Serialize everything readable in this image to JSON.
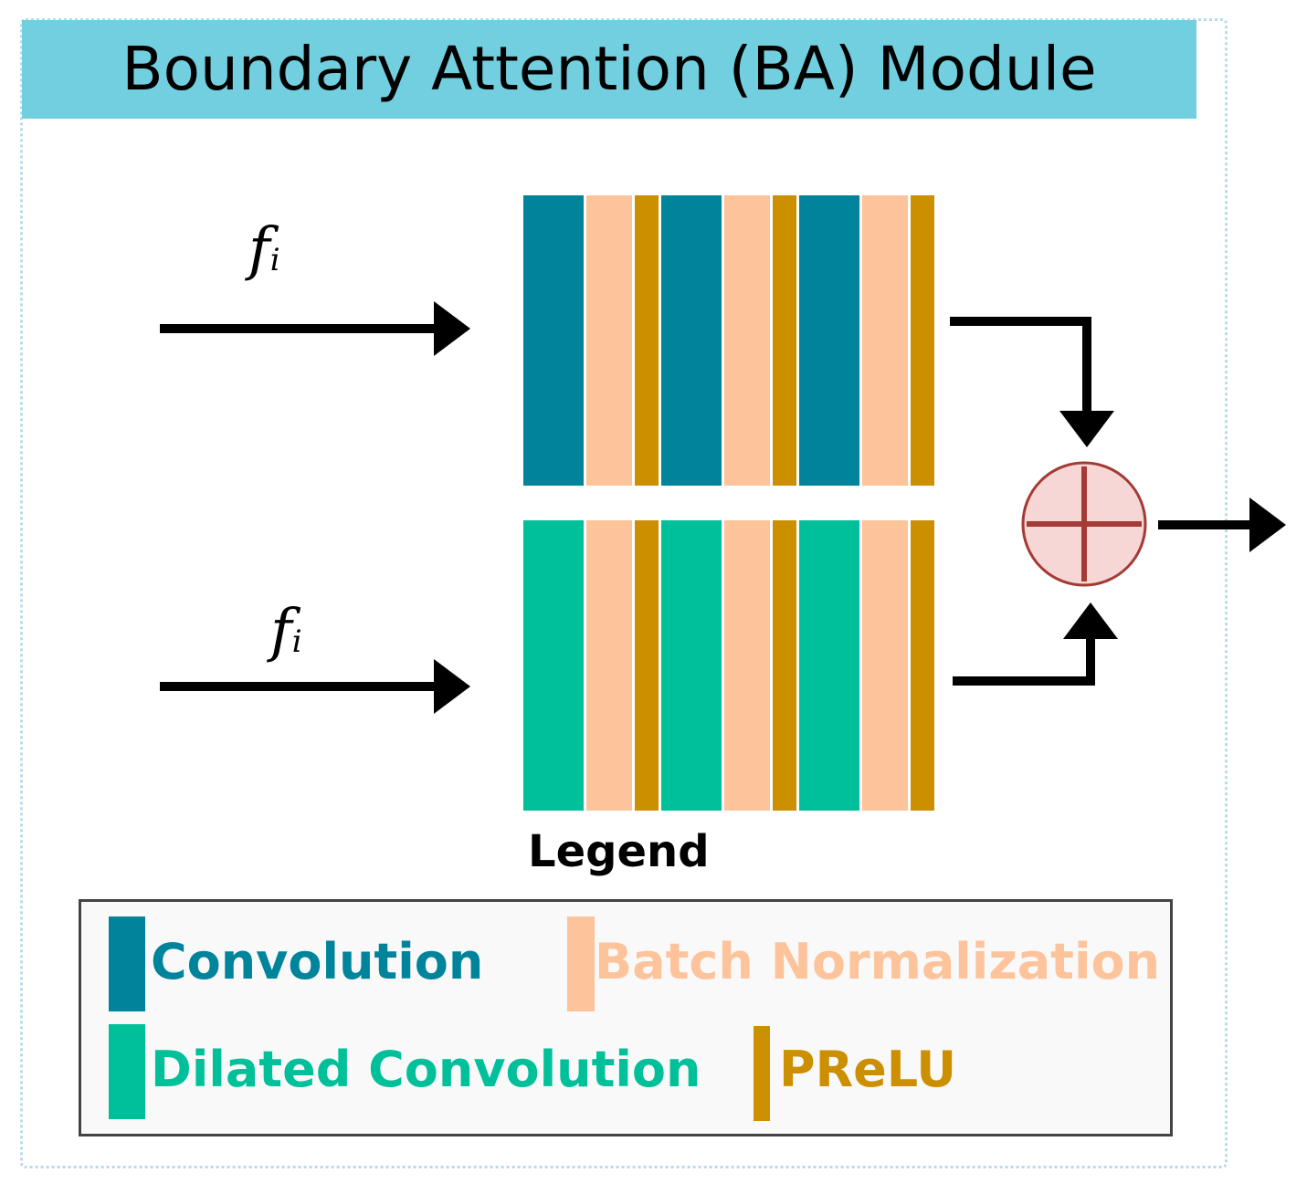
{
  "title": "Boundary Attention (BA) Module",
  "inputs": [
    {
      "symbol": "f",
      "subscript": "i"
    },
    {
      "symbol": "f",
      "subscript": "i"
    }
  ],
  "colors": {
    "convolution": "#00849b",
    "batch_normalization": "#fdc39b",
    "dilated_convolution": "#00c09a",
    "prelu": "#cc8f00",
    "title_bar": "#72cfdf",
    "sum_fill": "#f7d7d5",
    "sum_stroke": "#a33a35"
  },
  "blocks": {
    "top": [
      "convolution",
      "batch_normalization",
      "prelu",
      "convolution",
      "batch_normalization",
      "prelu",
      "convolution",
      "batch_normalization",
      "prelu"
    ],
    "bottom": [
      "dilated_convolution",
      "batch_normalization",
      "prelu",
      "dilated_convolution",
      "batch_normalization",
      "prelu",
      "dilated_convolution",
      "batch_normalization",
      "prelu"
    ]
  },
  "operator": "element-wise sum",
  "legend": {
    "title": "Legend",
    "items": [
      {
        "key": "convolution",
        "label": "Convolution"
      },
      {
        "key": "batch_normalization",
        "label": "Batch Normalization"
      },
      {
        "key": "dilated_convolution",
        "label": "Dilated Convolution"
      },
      {
        "key": "prelu",
        "label": "PReLU"
      }
    ]
  }
}
